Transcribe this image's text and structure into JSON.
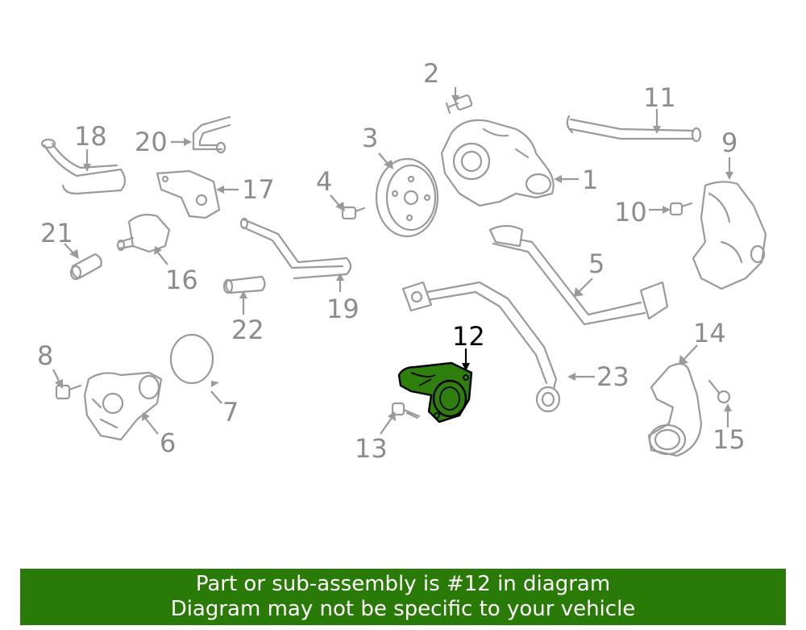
{
  "callouts": {
    "c1": "1",
    "c2": "2",
    "c3": "3",
    "c4": "4",
    "c5": "5",
    "c6": "6",
    "c7": "7",
    "c8": "8",
    "c9": "9",
    "c10": "10",
    "c11": "11",
    "c12": "12",
    "c13": "13",
    "c14": "14",
    "c15": "15",
    "c16": "16",
    "c17": "17",
    "c18": "18",
    "c19": "19",
    "c20": "20",
    "c21": "21",
    "c22": "22",
    "c23": "23"
  },
  "highlight_color": "#2f7f0f",
  "banner": {
    "line1": "Part or sub-assembly is #12 in diagram",
    "line2": "Diagram may not be specific to your vehicle",
    "color": "#2a7a08"
  }
}
